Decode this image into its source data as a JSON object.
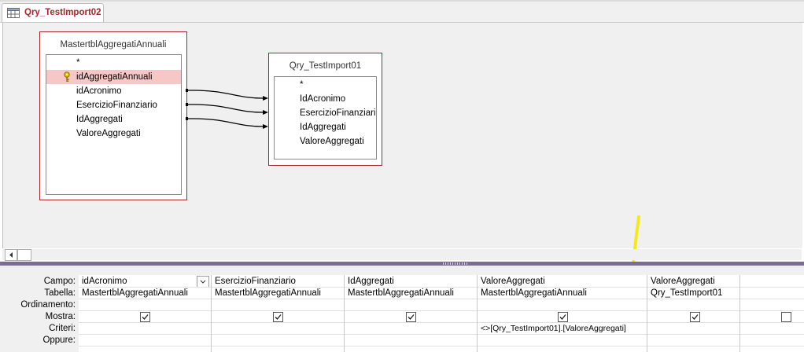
{
  "tab": {
    "title": "Qry_TestImport02"
  },
  "tables": [
    {
      "name": "MastertblAggregatiAnnuali",
      "fields": [
        "*",
        "idAggregatiAnnuali",
        "idAcronimo",
        "EsercizioFinanziario",
        "IdAggregati",
        "ValoreAggregati"
      ],
      "key_field": "idAggregatiAnnuali"
    },
    {
      "name": "Qry_TestImport01",
      "fields": [
        "*",
        "IdAcronimo",
        "EsercizioFinanziario",
        "IdAggregati",
        "ValoreAggregati"
      ]
    }
  ],
  "grid": {
    "row_labels": {
      "campo": "Campo:",
      "tabella": "Tabella:",
      "ordinamento": "Ordinamento:",
      "mostra": "Mostra:",
      "criteri": "Criteri:",
      "oppure": "Oppure:"
    },
    "columns": [
      {
        "campo": "idAcronimo",
        "tabella": "MastertblAggregatiAnnuali",
        "mostra": true,
        "criteri": ""
      },
      {
        "campo": "EsercizioFinanziario",
        "tabella": "MastertblAggregatiAnnuali",
        "mostra": true,
        "criteri": ""
      },
      {
        "campo": "IdAggregati",
        "tabella": "MastertblAggregatiAnnuali",
        "mostra": true,
        "criteri": ""
      },
      {
        "campo": "ValoreAggregati",
        "tabella": "MastertblAggregatiAnnuali",
        "mostra": true,
        "criteri": "<>[Qry_TestImport01].[ValoreAggregati]"
      },
      {
        "campo": "ValoreAggregati",
        "tabella": "Qry_TestImport01",
        "mostra": true,
        "criteri": ""
      },
      {
        "campo": "",
        "tabella": "",
        "mostra": false,
        "criteri": ""
      }
    ]
  },
  "colors": {
    "table_border": "#a4262c",
    "selected_field": "#f7c6c6",
    "splitter": "#7a6c93",
    "annotation": "#f5e81c"
  },
  "icons": {
    "tab": "query-icon",
    "key": "primary-key-icon",
    "dropdown": "chevron-down-icon"
  }
}
